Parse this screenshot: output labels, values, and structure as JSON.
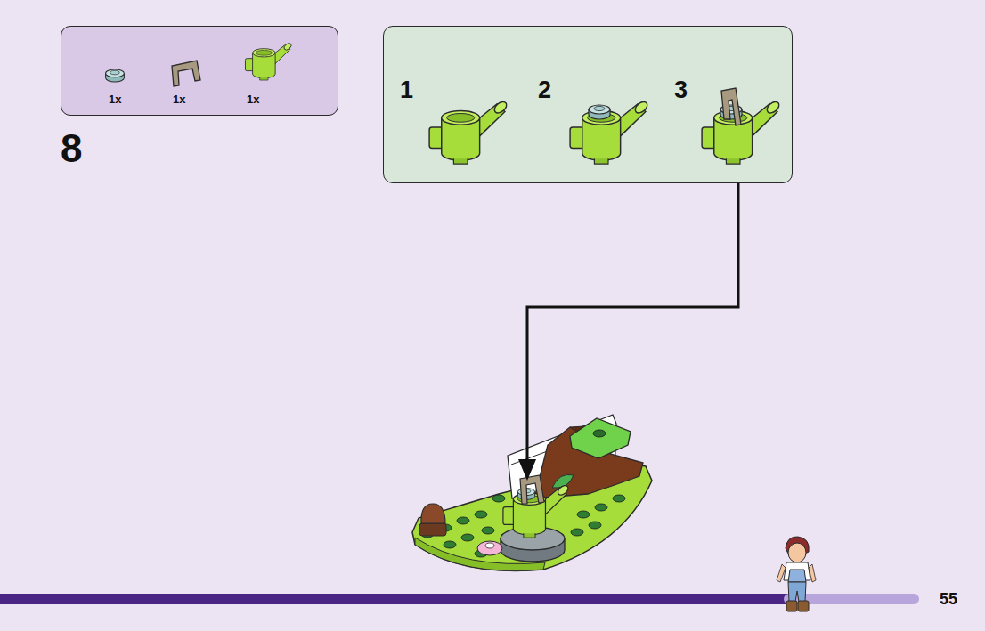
{
  "diagram": {
    "nodes": [
      {
        "text": [
          "1x",
          "1x",
          "1x"
        ]
      },
      {
        "text": [
          "1",
          "2",
          "3"
        ]
      }
    ],
    "labels": [
      "8",
      "55"
    ]
  }
}
